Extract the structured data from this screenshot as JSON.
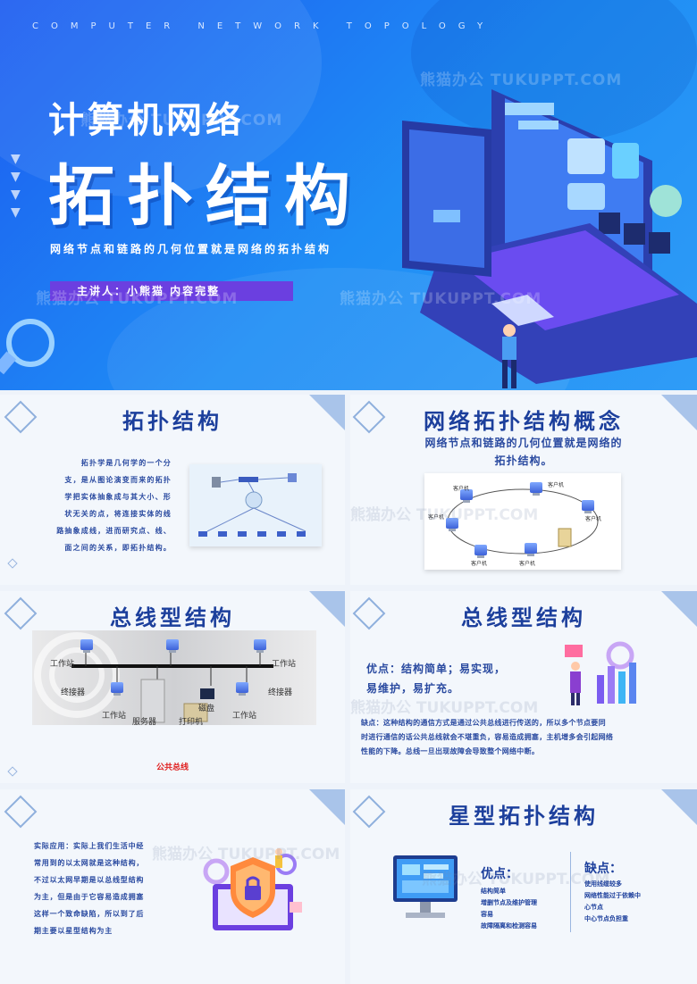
{
  "hero": {
    "subtitle_en": "COMPUTER NETWORK TOPOLOGY",
    "title_line1": "计算机网络",
    "title_line2": "拓扑结构",
    "description": "网络节点和链路的几何位置就是网络的拓扑结构",
    "presenter": "主讲人：小熊猫  内容完整"
  },
  "watermark": "熊猫办公 TUKUPPT.COM",
  "panel1": {
    "title": "拓扑结构",
    "body_lines": [
      "拓扑学是几何学的一个分",
      "支，是从图论演变而来的拓扑",
      "学把实体抽象成与其大小、形",
      "状无关的点，将连接实体的线",
      "路抽象成线，进而研究点、线、",
      "面之间的关系，即拓扑结构。"
    ]
  },
  "panel2": {
    "title": "网络拓扑结构概念",
    "subtitle_line1": "网络节点和链路的几何位置就是网络的",
    "subtitle_line2": "拓扑结构。",
    "node_label": "客户机"
  },
  "panel3": {
    "title": "总线型结构",
    "labels": {
      "workstation": "工作站",
      "terminator": "终接器",
      "disk": "磁盘",
      "server": "服务器",
      "printer": "打印机"
    },
    "caption": "公共总线"
  },
  "panel4": {
    "title": "总线型结构",
    "pros_line1": "优点：结构简单；易实现，",
    "pros_line2": "易维护，易扩充。",
    "cons_lines": [
      "缺点：这种结构的通信方式是通过公共总线进行传送的，所以多个节点要同",
      "时进行通信的话公共总线就会不堪重负，容易造成拥塞，主机增多会引起网络",
      "性能的下降。总线一旦出现故障会导致整个网络中断。"
    ]
  },
  "panel5": {
    "body_lines": [
      "实际应用：实际上我们生活中经",
      "常用到的以太网就是这种结构，",
      "不过以太网早期是以总线型结构",
      "为主，但是由于它容易造成拥塞",
      "这样一个致命缺陷，所以到了后",
      "期主要以星型结构为主"
    ]
  },
  "panel6": {
    "title": "星型拓扑结构",
    "pros_title": "优点：",
    "pros_items": [
      "结构简单",
      "增删节点及维护管理",
      "容易",
      "故障隔离和检测容易"
    ],
    "cons_title": "缺点：",
    "cons_items": [
      "使用线缆较多",
      "网络性能过于依赖中",
      "心节点",
      "中心节点负担重"
    ]
  },
  "colors": {
    "hero_blue": "#1f7ff4",
    "title_navy": "#1c3f9c",
    "presenter_purple": "#6b3fe0",
    "bus_caption_red": "#e02020"
  }
}
